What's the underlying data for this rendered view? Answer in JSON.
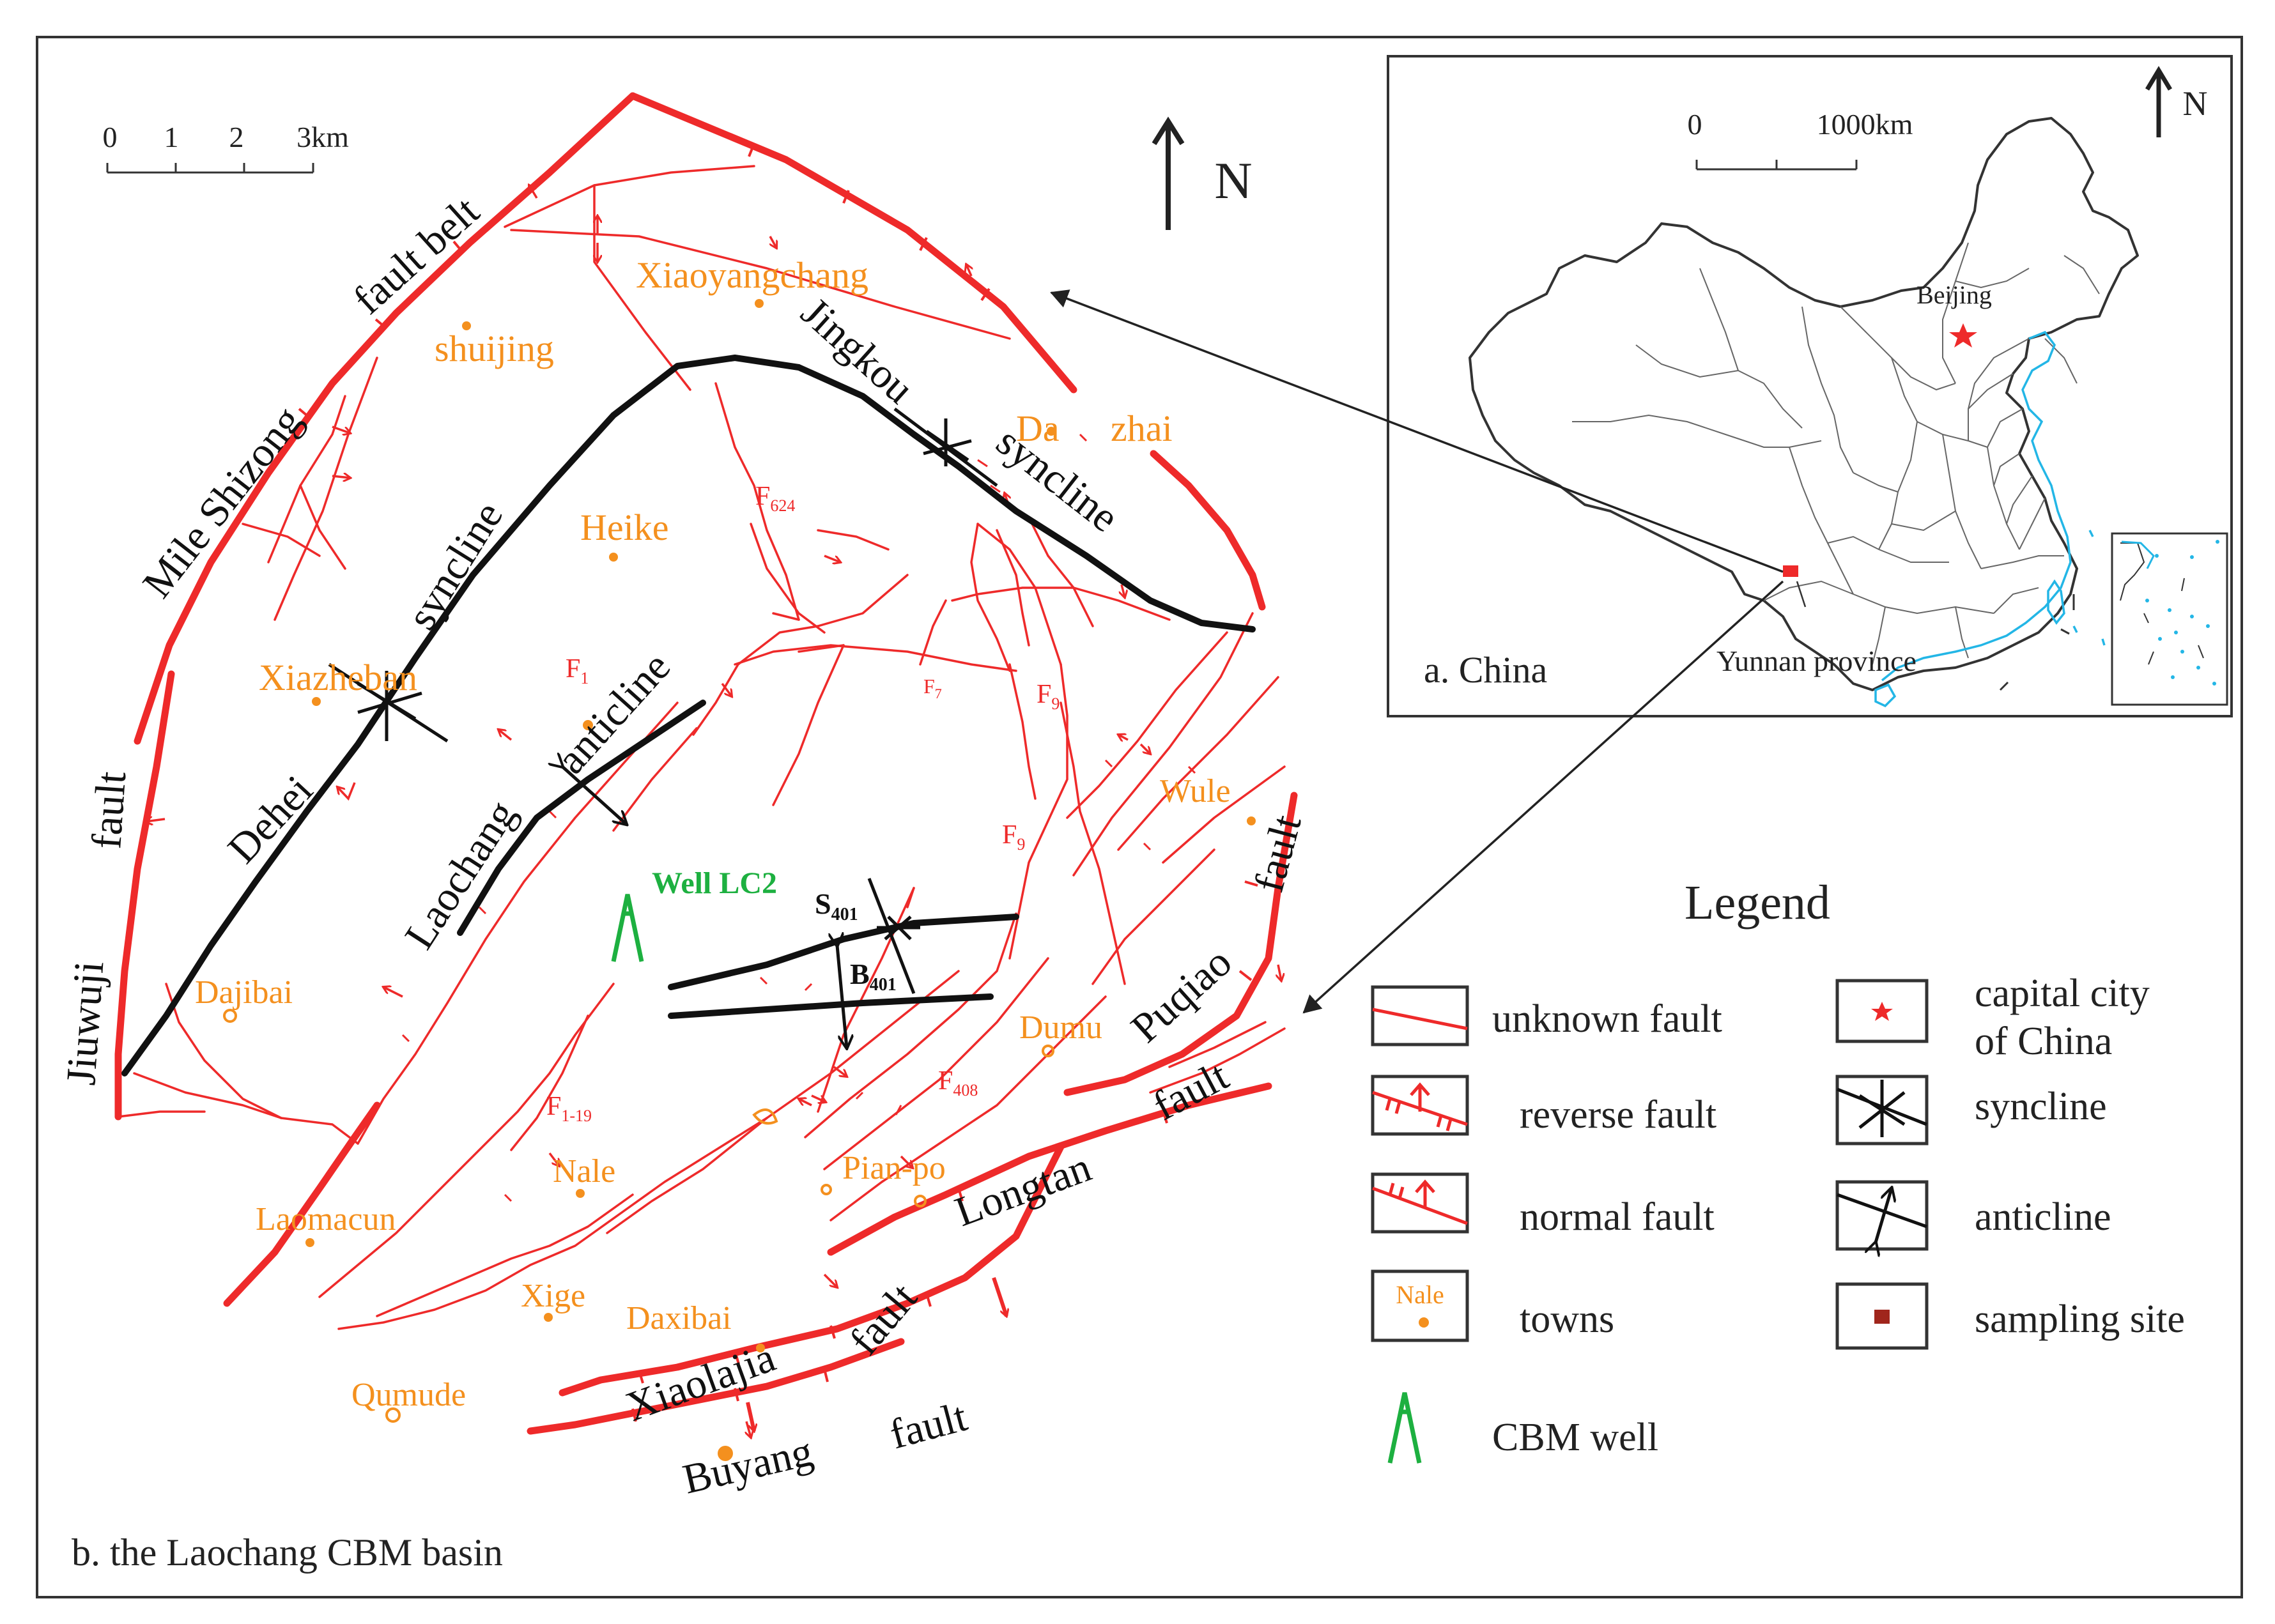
{
  "colors": {
    "fault_red": "#ee2a2a",
    "fold_black": "#111111",
    "town_orange": "#f4901e",
    "well_green": "#1db040",
    "coast_blue": "#23b6e6",
    "frame": "#333333"
  },
  "map_b": {
    "caption": "b. the Laochang CBM basin",
    "scale": {
      "ticks": [
        "0",
        "1",
        "2",
        "3km"
      ]
    },
    "north_label": "N",
    "faults": {
      "mile_shizong": "Mile Shizong",
      "fault_belt": "fault belt",
      "jiuwuji": "Jiuwuji",
      "jiuwuji_fault": "fault",
      "puqiao": "Puqiao",
      "puqiao_fault": "fault",
      "longtan": "Longtan",
      "longtan_fault": "fault",
      "xiaolajia": "Xiaolajia",
      "xiaolajia_fault": "fault",
      "buyang": "Buyang",
      "buyang_fault": "fault"
    },
    "folds": {
      "dehei": "Dehei",
      "dehei_syncline": "syncline",
      "jingkou": "Jingkou",
      "jingkou_syncline": "syncline",
      "laochang": "Laochang",
      "laochang_anticline": "anticline"
    },
    "fault_codes": {
      "f624": "F",
      "f624_sub": "624",
      "f1": "F",
      "f1_sub": "1",
      "f7": "F",
      "f7_sub": "7",
      "f9a": "F",
      "f9a_sub": "9",
      "f9b": "F",
      "f9b_sub": "9",
      "f119": "F",
      "f119_sub": "1-19",
      "f408": "F",
      "f408_sub": "408"
    },
    "fold_codes": {
      "s401": "S",
      "s401_sub": "401",
      "b401": "B",
      "b401_sub": "401"
    },
    "towns": {
      "xiaoyangchang": "Xiaoyangchang",
      "shuijing": "shuijing",
      "da": "Da",
      "zhai": "zhai",
      "heike": "Heike",
      "xiazheban": "Xiazheban",
      "wule": "Wule",
      "dajibai": "Dajibai",
      "dumu": "Dumu",
      "nale": "Nale",
      "pianpo": "Pian-po",
      "laomacun": "Laomacun",
      "xige": "Xige",
      "daxibai": "Daxibai",
      "qumude": "Qumude"
    },
    "well_label": "Well LC2"
  },
  "inset_a": {
    "caption": "a. China",
    "scale": {
      "ticks": [
        "0",
        "1000km"
      ]
    },
    "north_label": "N",
    "beijing": "Beijing",
    "yunnan": "Yunnan province"
  },
  "legend": {
    "title": "Legend",
    "items": [
      {
        "label": "unknown fault"
      },
      {
        "label": "reverse fault"
      },
      {
        "label": "normal fault"
      },
      {
        "label": "towns",
        "swatch_text": "Nale"
      },
      {
        "label": "CBM well"
      },
      {
        "label_line1": "capital city",
        "label_line2": "of China"
      },
      {
        "label": "syncline"
      },
      {
        "label": "anticline"
      },
      {
        "label": "sampling site"
      }
    ]
  }
}
